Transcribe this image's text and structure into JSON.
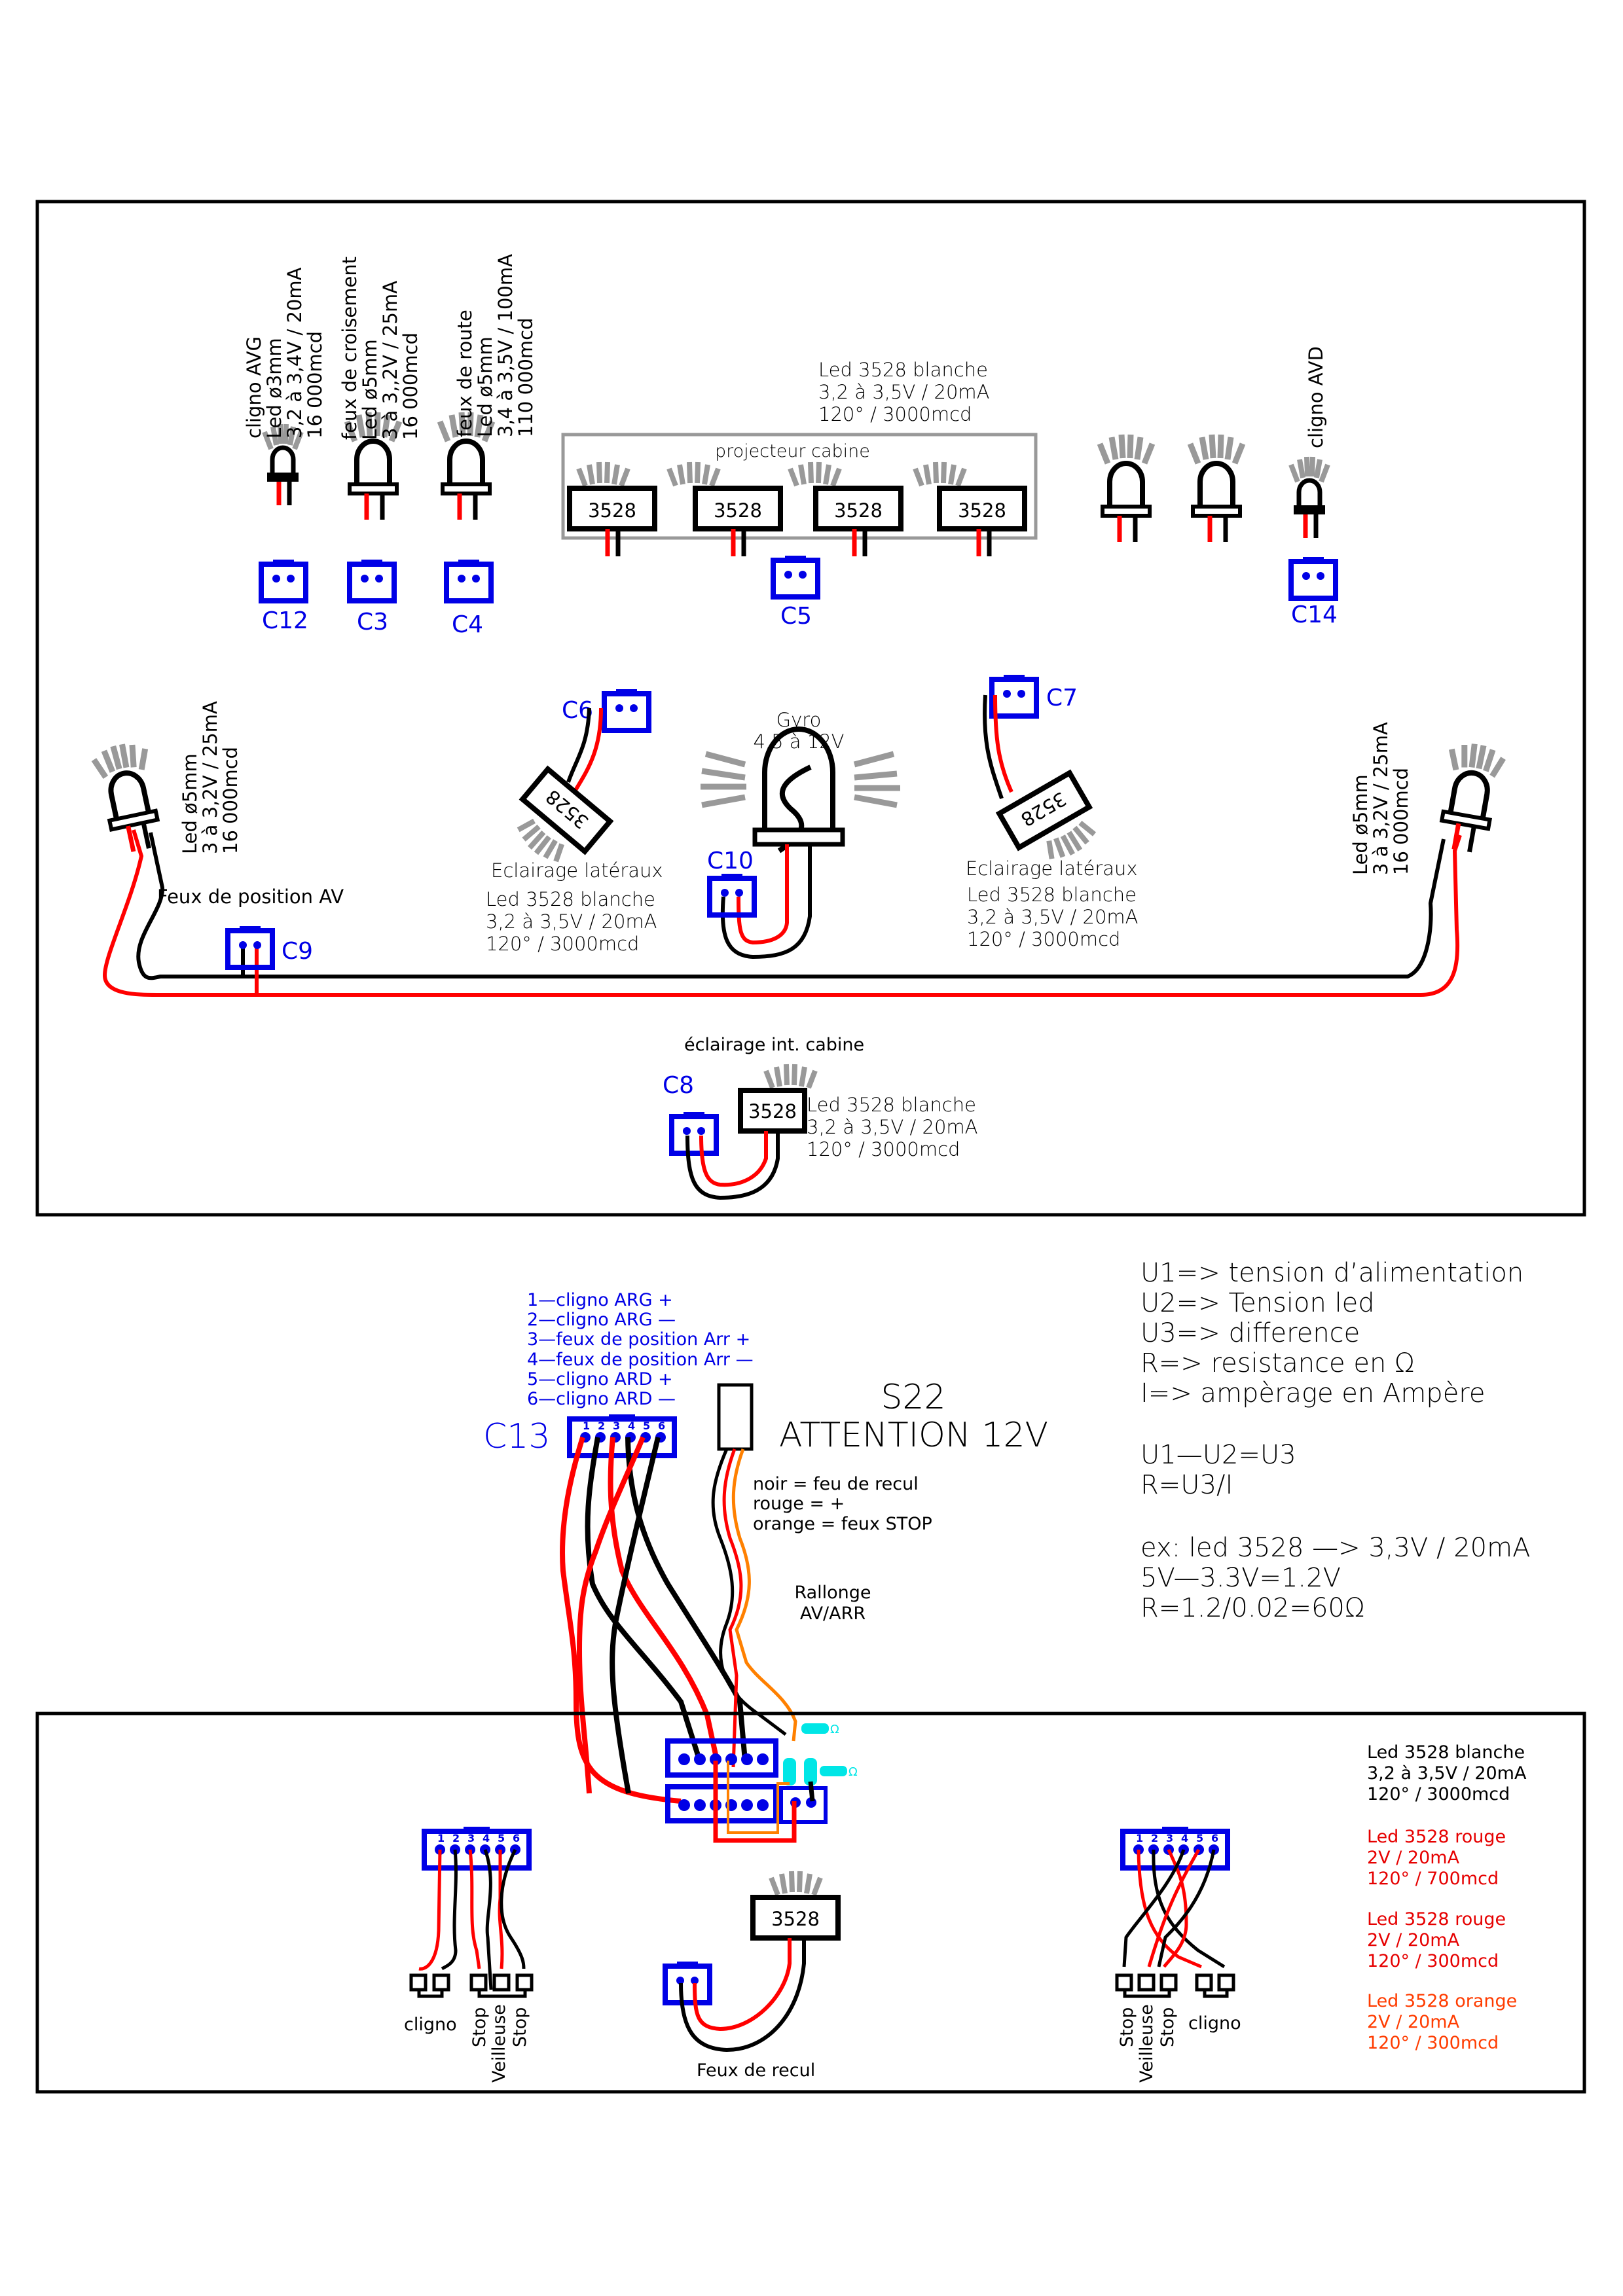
{
  "colors": {
    "wire_red": "#ff0000",
    "wire_black": "#000000",
    "wire_orange": "#ff8000",
    "connector_blue": "#0000e6",
    "ray_gray": "#999999",
    "resistor_cyan": "#00e6e6",
    "text_red": "#e60000",
    "text_orange": "#ff3c00"
  },
  "front": {
    "cligno_avg": {
      "lines": [
        "cligno  AVG",
        "Led  ø3mm",
        "3,2  à  3,4V  /  20mA",
        "16  000mcd"
      ],
      "connector": "C12"
    },
    "feux_croisement": {
      "lines": [
        "feux  de  croisement",
        "Led  ø5mm",
        "3  à  3,,2V  /  25mA",
        "16  000mcd"
      ],
      "connector": "C3"
    },
    "feux_route": {
      "lines": [
        "feux  de  route",
        "Led  ø5mm",
        "3,4  à  3,5V  /  100mA",
        "110  000mcd"
      ],
      "connector": "C4"
    },
    "projecteur": {
      "spec": [
        "Led  3528  blanche",
        "3,2  à  3,5V  /  20mA",
        "120°  /  3000mcd"
      ],
      "title": "projecteur  cabine",
      "chips": [
        "3528",
        "3528",
        "3528",
        "3528"
      ],
      "connector": "C5"
    },
    "cligno_avd": {
      "lines": [
        "cligno  AVD"
      ],
      "connector": "C14"
    },
    "position_av": {
      "label": "Feux  de  position  AV",
      "left_spec": [
        "Led  ø5mm",
        "3  à  3,2V  /  25mA",
        "16  000mcd"
      ],
      "right_spec": [
        "Led  ø5mm",
        "3  à  3,2V  /  25mA",
        "16  000mcd"
      ],
      "connector": "C9"
    },
    "lateral_left": {
      "connector": "C6",
      "chip": "3528",
      "title": "Eclairage  latéraux",
      "spec": [
        "Led  3528  blanche",
        "3,2  à  3,5V  /  20mA",
        "120°  /  3000mcd"
      ]
    },
    "lateral_right": {
      "connector": "C7",
      "chip": "3528",
      "title": "Eclairage  latéraux",
      "spec": [
        "Led  3528  blanche",
        "3,2  à  3,5V  /  20mA",
        "120°  /  3000mcd"
      ]
    },
    "gyro": {
      "title": "Gyro",
      "voltage": "4.5  à  12V",
      "connector": "C10"
    },
    "cabin_interior": {
      "title": "éclairage  int.  cabine",
      "chip": "3528",
      "connector": "C8",
      "spec": [
        "Led  3528  blanche",
        "3,2  à  3,5V  /  20mA",
        "120°  /  3000mcd"
      ]
    }
  },
  "rear_harness": {
    "connector": "C13",
    "pin_numbers": [
      "1",
      "2",
      "3",
      "4",
      "5",
      "6"
    ],
    "pinout": [
      "1—cligno  ARG  +",
      "2—cligno  ARG  —",
      "3—feux  de  position  Arr  +",
      "4—feux  de  position  Arr  —",
      "5—cligno  ARD  +",
      "6—cligno  ARD  —"
    ],
    "s22": {
      "title": "S22",
      "warning": "ATTENTION  12V"
    },
    "wire_legend": [
      "noir  =  feu  de  recul",
      "rouge  =  +",
      "orange  =  feux  STOP"
    ],
    "extension": [
      "Rallonge",
      "AV/ARR"
    ],
    "resistor_unit": "Ω"
  },
  "formulas": {
    "definitions": [
      "U1=>  tension  d’alimentation",
      "U2=>  Tension  led",
      "U3=>  difference",
      "R=>  resistance  en  Ω",
      "I=>  ampèrage  en  Ampère"
    ],
    "equations": [
      "U1—U2=U3",
      "R=U3/I"
    ],
    "example": [
      "ex:  led  3528  —>  3,3V  /  20mA",
      "5V—3.3V=1.2V",
      "R=1.2/0.02=60Ω"
    ]
  },
  "rear": {
    "left_group": {
      "labels": {
        "cligno": "cligno",
        "stop1": "Stop",
        "veilleuse": "Veilleuse",
        "stop2": "Stop"
      }
    },
    "right_group": {
      "labels": {
        "stop1": "Stop",
        "veilleuse": "Veilleuse",
        "stop2": "Stop",
        "cligno": "cligno"
      }
    },
    "reverse": {
      "chip": "3528",
      "label": "Feux  de  recul"
    },
    "specs": [
      {
        "color": "black",
        "lines": [
          "Led  3528  blanche",
          "3,2  à  3,5V  /  20mA",
          "120°  /  3000mcd"
        ]
      },
      {
        "color": "red",
        "lines": [
          "Led  3528  rouge",
          "2V  /  20mA",
          "120°  /  700mcd"
        ]
      },
      {
        "color": "red",
        "lines": [
          "Led  3528  rouge",
          "2V  /  20mA",
          "120°  /  300mcd"
        ]
      },
      {
        "color": "orange",
        "lines": [
          "Led  3528  orange",
          "2V  /  20mA",
          "120°  /  300mcd"
        ]
      }
    ]
  }
}
